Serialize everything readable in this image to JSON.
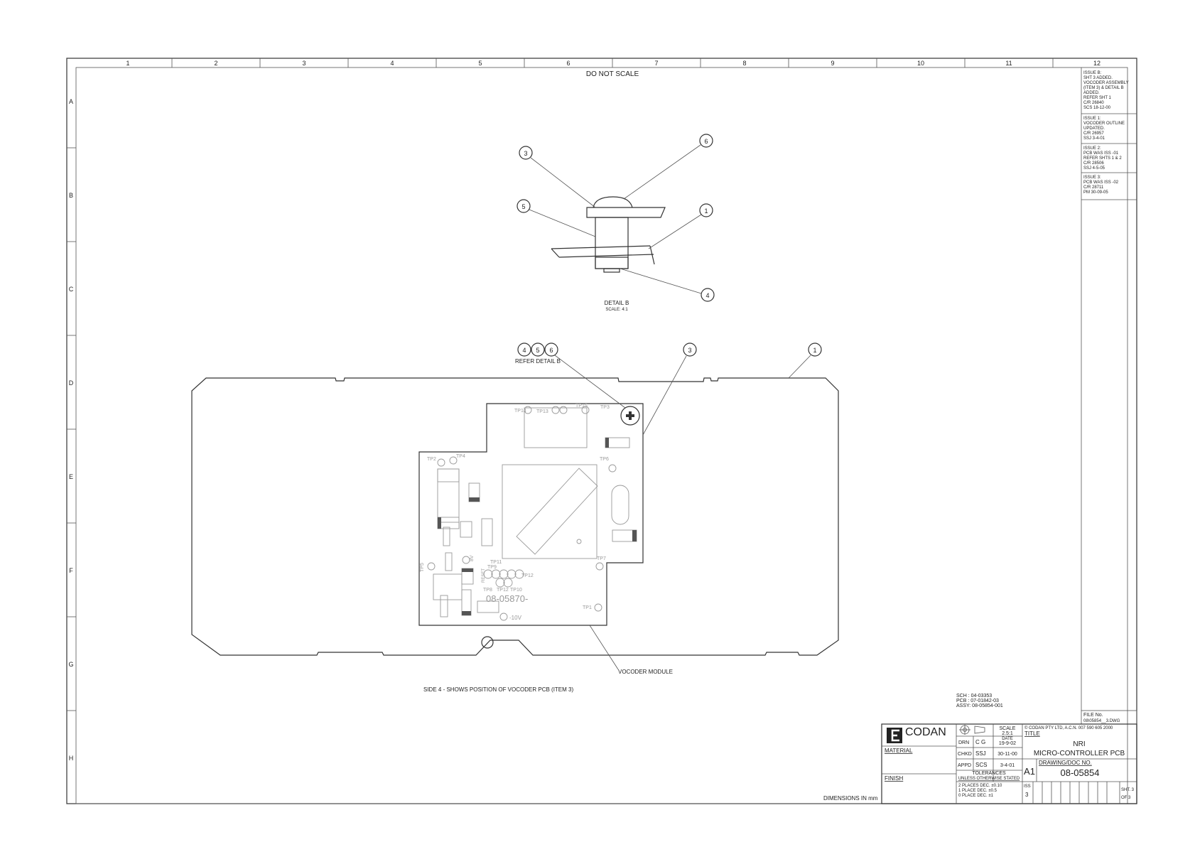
{
  "drawing": {
    "notice": "DO NOT SCALE",
    "col_labels": [
      "1",
      "2",
      "3",
      "4",
      "5",
      "6",
      "7",
      "8",
      "9",
      "10",
      "11",
      "12"
    ],
    "row_labels": [
      "A",
      "B",
      "C",
      "D",
      "E",
      "F",
      "G",
      "H"
    ],
    "dimensions_note": "DIMENSIONS IN mm"
  },
  "revisions": [
    {
      "lines": [
        "ISSUE B:",
        "SHT 3 ADDED.",
        "VOCODER ASSEMBLY",
        "(ITEM 3) & DETAIL B",
        "ADDED.",
        "REFER SHT 1",
        "C/R 26840",
        "SCS 18-12-00"
      ]
    },
    {
      "lines": [
        "ISSUE 1:",
        "VOCODER OUTLINE",
        "UPDATED.",
        "C/R 26957",
        "SSJ 3-4-01"
      ]
    },
    {
      "lines": [
        "ISSUE 2:",
        "PCB WAS ISS -01",
        "REFER SHTS 1 & 2",
        "C/R 28506",
        "SSJ 4-5-05"
      ]
    },
    {
      "lines": [
        "ISSUE 3:",
        "PCB WAS ISS -02",
        "C/R 28711",
        "PM 30-09-05"
      ]
    }
  ],
  "detail_b": {
    "title": "DETAIL B",
    "scale": "SCALE: 4:1",
    "balloons": [
      "3",
      "6",
      "5",
      "1",
      "4"
    ]
  },
  "main_view": {
    "balloons": [
      "4",
      "5",
      "6",
      "3",
      "1"
    ],
    "refer_note": "REFER DETAIL B",
    "module_label": "VOCODER MODULE",
    "caption": "SIDE 4 - SHOWS POSITION OF VOCODER PCB (ITEM 3)",
    "pcb_silk": {
      "part_no": "08-05870-",
      "tp14": "TP14",
      "tp13": "TP13",
      "tp15": "TP15",
      "tp3": "TP3",
      "tp2": "TP2",
      "tp4": "TP4",
      "tp6": "TP6",
      "tp7": "TP7",
      "tp1": "TP1",
      "tp5": "TP5",
      "tp11": "TP11",
      "tp9": "TP9",
      "tp10": "TP10",
      "tp12": "TP12",
      "tp8": "TP8",
      "neg10v": "-10V",
      "v8": "8V",
      "p15": "P15",
      "reset": "RESET"
    }
  },
  "refs": [
    "SCH : 04-03353",
    "PCB : 07-01842-03",
    "ASSY: 08-05854-001"
  ],
  "title_block": {
    "file_no_label": "FILE No.",
    "file_no": "08\\05854__3.DWG",
    "company": "CODAN",
    "copyright": "© CODAN  PTY LTD, A.C.N. 007 590 605  2000",
    "title_label": "TITLE",
    "title_line1": "NRI",
    "title_line2": "MICRO-CONTROLLER PCB",
    "material_label": "MATERIAL",
    "finish_label": "FINISH",
    "scale_label": "SCALE",
    "scale_value": "2.5:1",
    "date_label": "DATE",
    "drn_label": "DRN",
    "drn_by": "C G",
    "drn_date": "19-9-02",
    "chkd_label": "CHKD",
    "chkd_by": "SSJ",
    "chkd_date": "30-11-00",
    "appd_label": "APPD",
    "appd_by": "SCS",
    "appd_date": "3-4-01",
    "tolerances_label": "TOLERANCES",
    "tolerances_sub": "UNLESS OTHERWISE STATED",
    "tol_rows": [
      "2 PLACES DEC.  ±0.10",
      "1 PLACE DEC.    ±0.5",
      "0 PLACE DEC.     ±1"
    ],
    "size": "A1",
    "doc_no_label": "DRAWING/DOC NO.",
    "doc_no": "08-05854",
    "iss_label": "ISS",
    "iss_value": "3",
    "sht_label": "SHT. 3",
    "of_label": "OF  3"
  }
}
